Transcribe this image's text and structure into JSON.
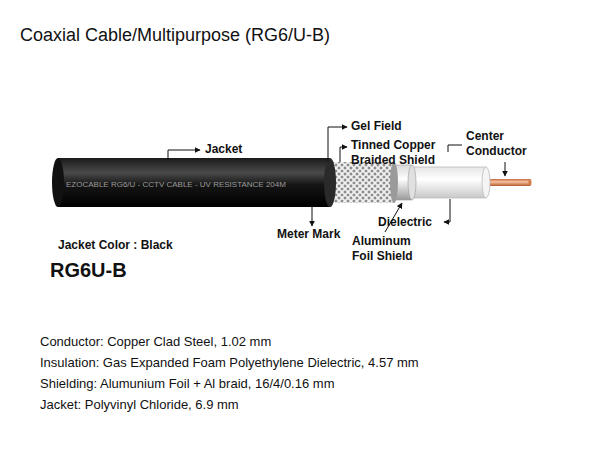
{
  "diagram": {
    "title": "Coaxial Cable/Multipurpose (RG6/U-B)",
    "labels": [
      "Jacket",
      "Gel Field",
      "Tinned Copper Braided Shield",
      "Center Conductor",
      "Meter Mark",
      "Aluminum Foil Shield",
      "Dielectric",
      "Jacket Color : Black",
      "RG6U-B",
      "EZOCABLE RG6/U - CCTV CABLE - UV RESISTANCE 204M",
      "Conductor: Copper Clad Steel, 1.02 mm",
      "Insulation: Gas Expanded Foam Polyethylene Dielectric, 4.57 mm",
      "Shielding: Alumunium Foil + Al braid, 16/4/0.16 mm",
      "Jacket: Polyvinyl Chloride, 6.9 mm"
    ]
  }
}
